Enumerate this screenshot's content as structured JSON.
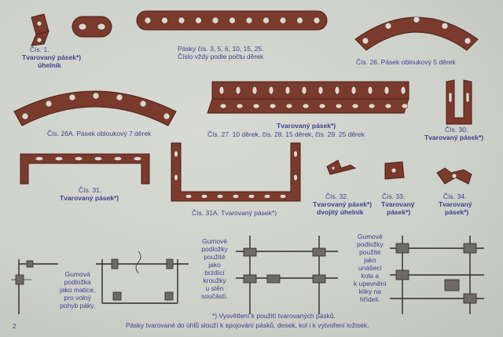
{
  "labels": {
    "c1_num": "Čís. 1.",
    "c1_name_line1": "Tvarovaný pásek*)",
    "c1_name_line2": "úhelník",
    "strips_line1": "Pásky čís. 3, 5, 6, 10, 15, 25.",
    "strips_line2": "Číslo vždy podle počtu děrek",
    "c26": "Čís. 26. Pásek obloukový 5 děrek",
    "c26a": "Čís. 26A. Pásek obloukový 7 děrek",
    "shaped_strip": "Tvarovaný pásek*)",
    "c27_29": "Čís. 27. 10 děrek, čís. 28. 15 děrek, čís. 29. 25 děrek",
    "c30_num": "Čís. 30.",
    "c30_name": "Tvarovaný pásek*)",
    "c31_num": "Čís. 31.",
    "c31_name": "Tvarovaný pásek*)",
    "c31a": "Čís. 31A. Tvarovaný pásek*)",
    "c32_num": "Čís. 32.",
    "c32_name1": "Tvarovaný pásek*)",
    "c32_name2": "dvojitý úhelník",
    "c33_num": "Čís. 33.",
    "c33_name1": "Tvarovaný",
    "c33_name2": "pásek*)",
    "c34_num": "Čís. 34.",
    "c34_name1": "Tvarovaný",
    "c34_name2": "pásek*)",
    "rubber1": [
      "Gumová",
      "podložka",
      "jako matice,",
      "pro volný",
      "pohyb páky."
    ],
    "rubber2": [
      "Gumové",
      "podložky",
      "použité",
      "jako",
      "brzdící",
      "kroužky",
      "u stěn",
      "součástí."
    ],
    "rubber3": [
      "Gumové",
      "podložky",
      "použité",
      "jako",
      "unášecí",
      "kola a",
      "k upevnění",
      "kliky na",
      "hřídeli."
    ],
    "footnote": "*) Vysvětlení k použití tvarovaných pásků.",
    "bottom_note": "Pásky tvarované do úhlů slouží k spojování pásků, desek, kol i k vytvoření ložisek.",
    "page_number": "2"
  }
}
